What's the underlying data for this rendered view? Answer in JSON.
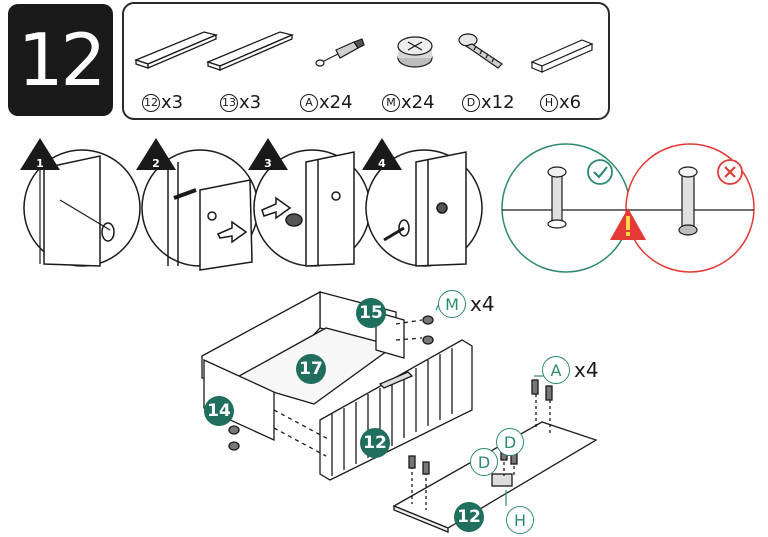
{
  "step": {
    "number": "12"
  },
  "parts": [
    {
      "id": "12",
      "qty": "x3",
      "icon": "panel-board-icon"
    },
    {
      "id": "13",
      "qty": "x3",
      "icon": "panel-board-icon"
    },
    {
      "id": "A",
      "qty": "x24",
      "icon": "cam-bolt-icon"
    },
    {
      "id": "M",
      "qty": "x24",
      "icon": "cam-lock-icon"
    },
    {
      "id": "D",
      "qty": "x12",
      "icon": "wood-screw-icon"
    },
    {
      "id": "H",
      "qty": "x6",
      "icon": "handle-icon"
    }
  ],
  "substeps": [
    "1",
    "2",
    "3",
    "4"
  ],
  "checks": {
    "correct_icon": "check-icon",
    "wrong_icon": "cross-icon",
    "warning_icon": "warning-icon",
    "correct_color": "#2e8a73",
    "wrong_color": "#e53935"
  },
  "diagram": {
    "labels": {
      "p15": "15",
      "p17": "17",
      "p14": "14",
      "p12_front": "12",
      "p12_bottom": "12"
    },
    "hardware": {
      "M": {
        "id": "M",
        "qty": "x4"
      },
      "A": {
        "id": "A",
        "qty": "x4"
      },
      "D1": {
        "id": "D"
      },
      "D2": {
        "id": "D"
      },
      "H": {
        "id": "H"
      }
    }
  },
  "colors": {
    "teal": "#1f6e5e",
    "ink": "#1a1a1a"
  }
}
